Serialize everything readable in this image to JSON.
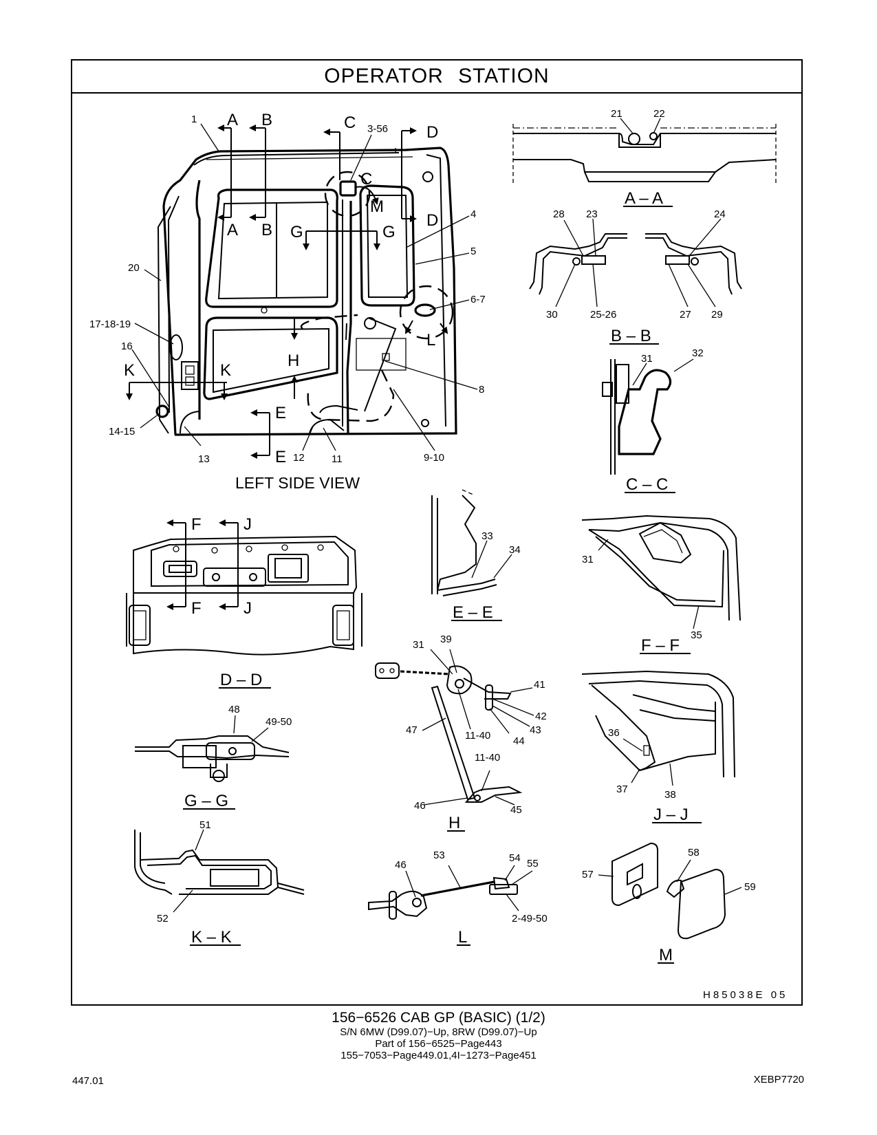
{
  "title": "OPERATOR   STATION",
  "illustration_code": "H85038E   05",
  "footer": {
    "line1": "156−6526   CAB  GP (BASIC) (1/2)",
    "line2": "S/N 6MW (D99.07)−Up, 8RW (D99.07)−Up",
    "line3": "Part of 156−6525−Page443",
    "line4": "155−7053−Page449.01,4I−1273−Page451",
    "page_number": "447.01",
    "document_number": "XEBP7720"
  },
  "views": {
    "left_side": "LEFT SIDE VIEW",
    "aa": "A – A",
    "bb": "B – B",
    "cc": "C – C",
    "dd": "D – D",
    "ee": "E – E",
    "ff": "F – F",
    "gg": "G – G",
    "h": "H",
    "jj": "J – J",
    "kk": "K – K",
    "l": "L",
    "m": "M"
  },
  "section_letters": [
    "A",
    "B",
    "C",
    "D",
    "E",
    "F",
    "G",
    "H",
    "J",
    "K",
    "L",
    "M"
  ],
  "callouts": {
    "main": [
      "1",
      "3-56",
      "4",
      "5",
      "6-7",
      "8",
      "9-10",
      "11",
      "12",
      "13",
      "14-15",
      "16",
      "17-18-19",
      "20"
    ],
    "aa": [
      "21",
      "22"
    ],
    "bb": [
      "23",
      "24",
      "25-26",
      "27",
      "28",
      "29",
      "30"
    ],
    "cc": [
      "31",
      "32"
    ],
    "ee": [
      "33",
      "34"
    ],
    "ff": [
      "31",
      "35"
    ],
    "gg": [
      "48",
      "49-50"
    ],
    "h": [
      "31",
      "39",
      "41",
      "42",
      "43",
      "44",
      "11-40",
      "47",
      "11-40",
      "46",
      "45"
    ],
    "jj": [
      "36",
      "37",
      "38"
    ],
    "kk": [
      "51",
      "52"
    ],
    "l": [
      "46",
      "53",
      "54",
      "55",
      "2-49-50"
    ],
    "m": [
      "57",
      "58",
      "59"
    ]
  }
}
